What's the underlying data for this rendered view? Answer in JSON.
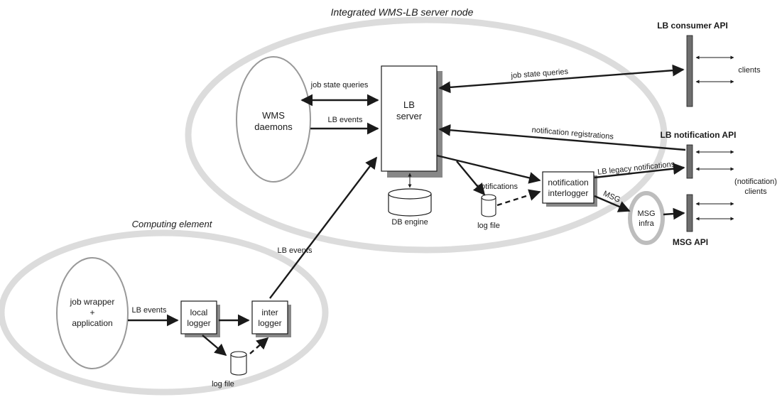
{
  "regions": {
    "server_node": "Integrated WMS-LB server node",
    "computing_element": "Computing element"
  },
  "apis": {
    "consumer": "LB consumer  API",
    "notification": "LB notification  API",
    "msg": "MSG API"
  },
  "nodes": {
    "wms_line1": "WMS",
    "wms_line2": "daemons",
    "lb_line1": "LB",
    "lb_line2": "server",
    "db": "DB engine",
    "logfile_server": "log file",
    "notif_line1": "notification",
    "notif_line2": "interlogger",
    "msg_line1": "MSG",
    "msg_line2": "infra",
    "job_line1": "job wrapper",
    "job_line2": "+",
    "job_line3": "application",
    "local_line1": "local",
    "local_line2": "logger",
    "inter_line1": "inter",
    "inter_line2": "logger",
    "logfile_ce": "log file"
  },
  "edges": {
    "job_state_queries_wms": "job state queries",
    "lb_events_wms": "LB events",
    "job_state_queries_consumer": "job state queries",
    "notification_registrations": "notification registrations",
    "notifications": "notifications",
    "legacy_notifications": "LB legacy notifications",
    "msg": "MSG",
    "lb_events_ce": "LB events",
    "lb_events_job": "LB events"
  },
  "clients": {
    "consumer": "clients",
    "notification_line1": "(notification)",
    "notification_line2": "clients"
  }
}
